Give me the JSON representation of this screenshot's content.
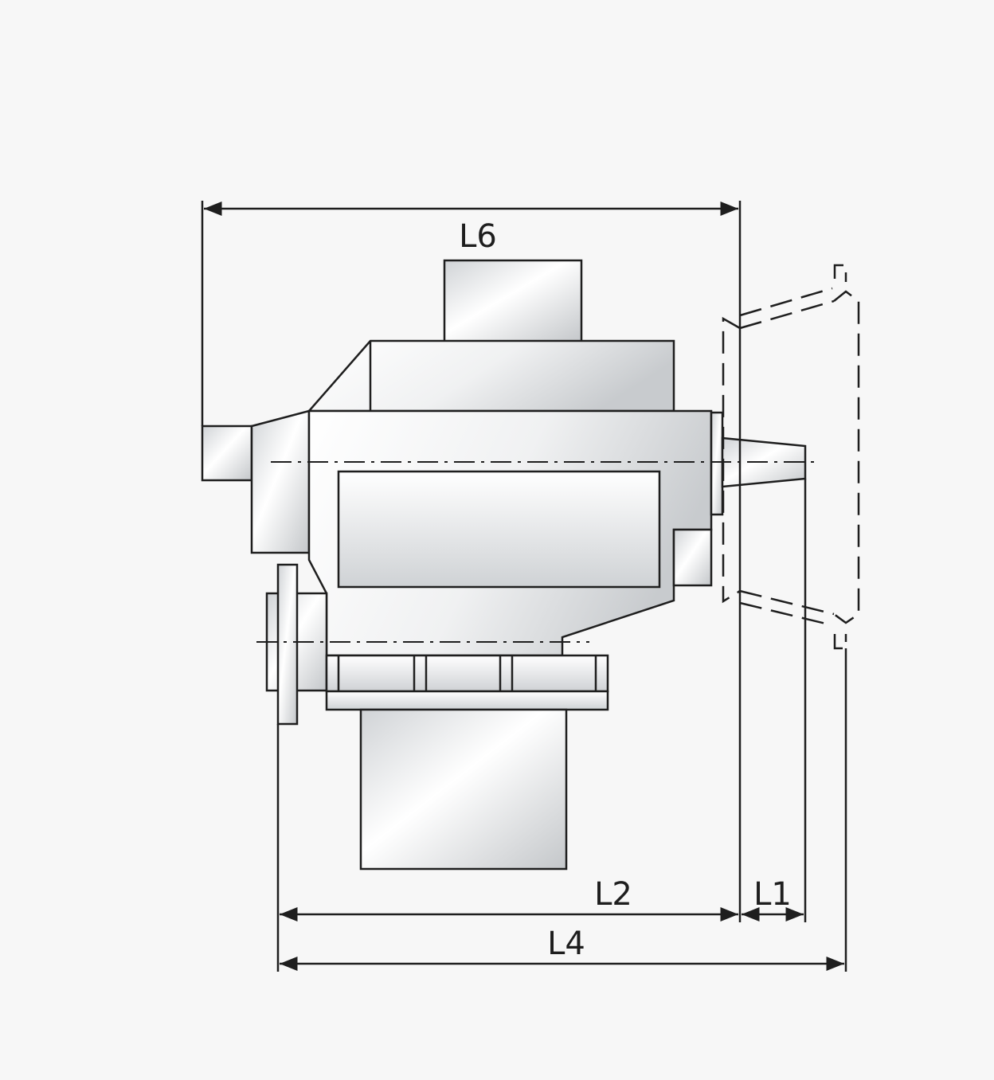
{
  "diagram": {
    "dimensions": {
      "l6": "L6",
      "l2": "L2",
      "l1": "L1",
      "l4": "L4"
    },
    "colors": {
      "line": "#1e1e1e",
      "background": "#f7f7f7",
      "fill_light": "#ffffff",
      "fill_dark": "#c9cccf"
    }
  }
}
